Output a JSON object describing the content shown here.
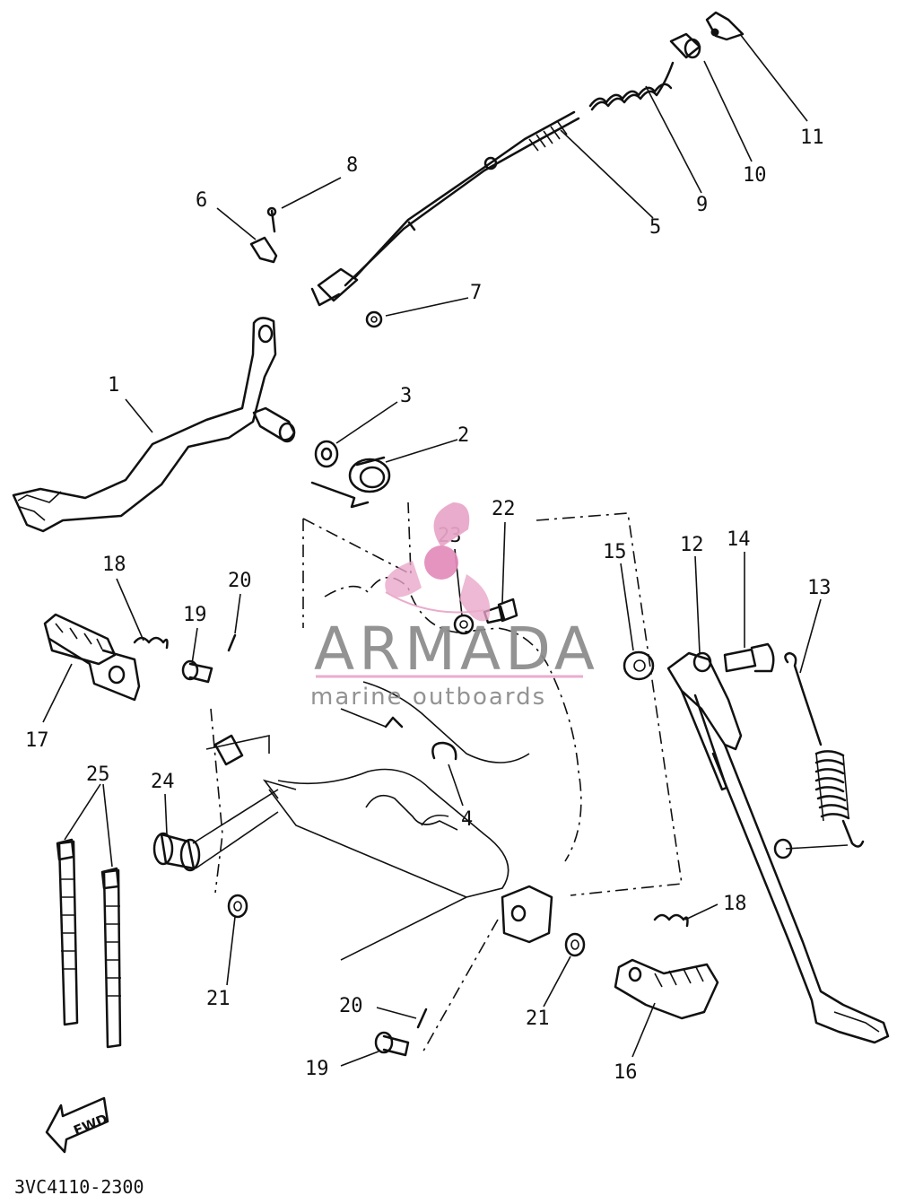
{
  "diagram": {
    "drawing_code": "3VC4110-2300",
    "fwd_label": "FWD",
    "colors": {
      "line": "#111111",
      "watermark_pink": "#e9a6c8",
      "watermark_gray": "#8a8a8a"
    },
    "callouts": [
      {
        "id": "c1",
        "text": "1"
      },
      {
        "id": "c2",
        "text": "2"
      },
      {
        "id": "c3",
        "text": "3"
      },
      {
        "id": "c4",
        "text": "4"
      },
      {
        "id": "c5",
        "text": "5"
      },
      {
        "id": "c6",
        "text": "6"
      },
      {
        "id": "c7",
        "text": "7"
      },
      {
        "id": "c8",
        "text": "8"
      },
      {
        "id": "c9",
        "text": "9"
      },
      {
        "id": "c10",
        "text": "10"
      },
      {
        "id": "c11",
        "text": "11"
      },
      {
        "id": "c12",
        "text": "12"
      },
      {
        "id": "c13",
        "text": "13"
      },
      {
        "id": "c14",
        "text": "14"
      },
      {
        "id": "c15",
        "text": "15"
      },
      {
        "id": "c16",
        "text": "16"
      },
      {
        "id": "c17",
        "text": "17"
      },
      {
        "id": "c18a",
        "text": "18"
      },
      {
        "id": "c18b",
        "text": "18"
      },
      {
        "id": "c19a",
        "text": "19"
      },
      {
        "id": "c19b",
        "text": "19"
      },
      {
        "id": "c20a",
        "text": "20"
      },
      {
        "id": "c20b",
        "text": "20"
      },
      {
        "id": "c21a",
        "text": "21"
      },
      {
        "id": "c21b",
        "text": "21"
      },
      {
        "id": "c22",
        "text": "22"
      },
      {
        "id": "c23",
        "text": "23"
      },
      {
        "id": "c24",
        "text": "24"
      },
      {
        "id": "c25",
        "text": "25"
      }
    ]
  },
  "watermark": {
    "brand": "ARMADA",
    "tagline": "marine outboards",
    "logo_icon": "propeller-icon"
  }
}
